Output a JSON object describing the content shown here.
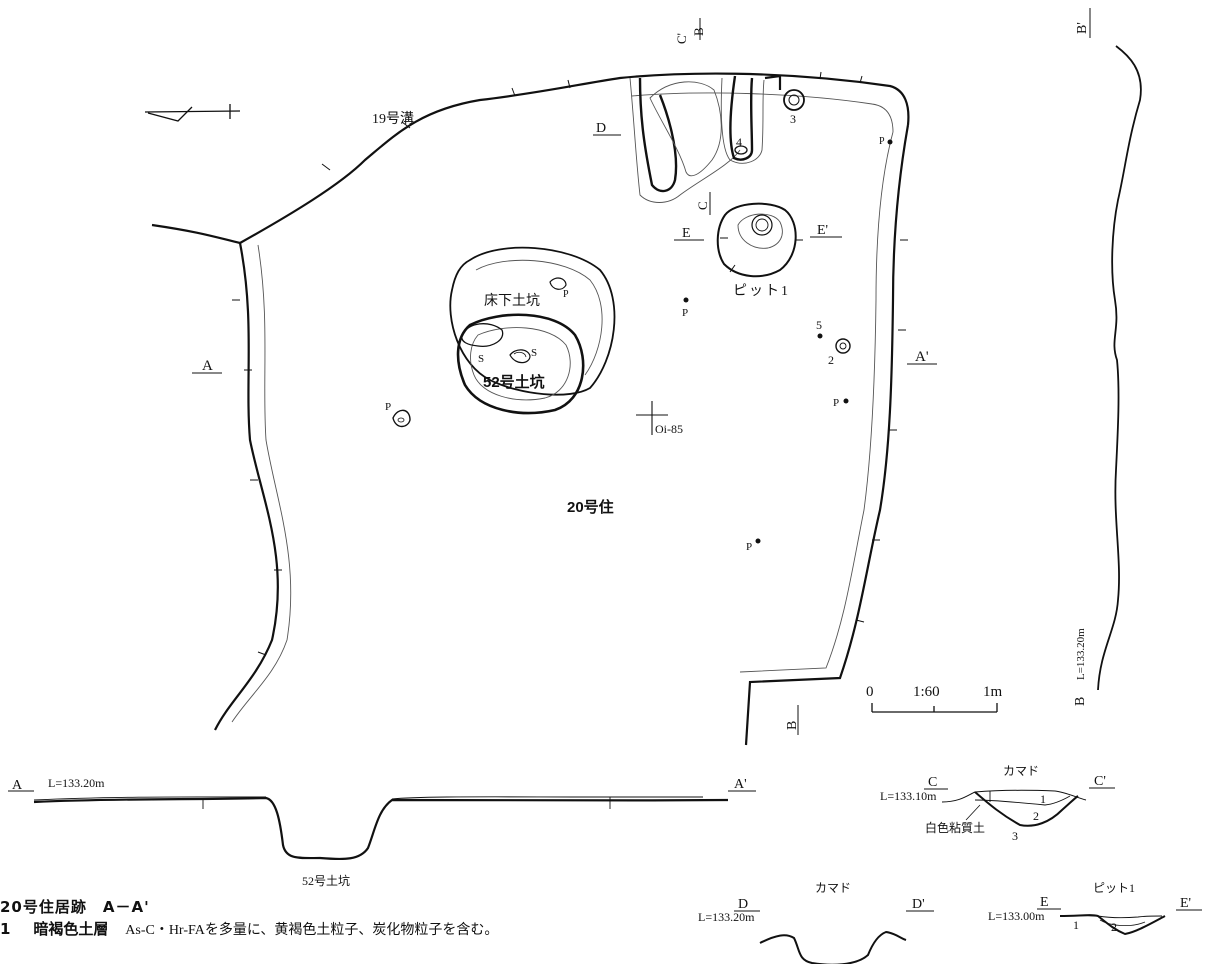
{
  "labels": {
    "ditch19": "19号溝",
    "dwelling20": "20号住",
    "pit52": "52号土坑",
    "underfloor_pit": "床下土坑",
    "pit1": "ピット1",
    "grid_point": "Oi-85",
    "pit": "P",
    "stone": "S",
    "num1": "1",
    "num2": "2",
    "num3": "3",
    "num4": "4",
    "num5": "5"
  },
  "section_marks": {
    "A": "A",
    "A_prime": "A'",
    "B": "B",
    "B_prime": "B'",
    "C": "C",
    "C_prime": "C'",
    "D": "D",
    "D_prime": "D'",
    "E": "E",
    "E_prime": "E'"
  },
  "scale_bar": {
    "zero": "0",
    "ratio": "1:60",
    "length": "1m"
  },
  "sections": {
    "AA": {
      "level": "L=133.20m",
      "pit_label": "52号土坑"
    },
    "BB": {
      "level": "L=133.20m"
    },
    "CC": {
      "title": "カマド",
      "level": "L=133.10m",
      "note": "白色粘質土",
      "layers": [
        "1",
        "2",
        "3"
      ]
    },
    "DD": {
      "title": "カマド",
      "level": "L=133.20m"
    },
    "EE": {
      "title": "ピット1",
      "level": "L=133.00m",
      "layers": [
        "1",
        "2"
      ]
    }
  },
  "legend": {
    "title": "20号住居跡　A－A'",
    "layer_number": "1",
    "layer_name": "暗褐色土層",
    "layer_desc": "As-C・Hr-FAを多量に、黄褐色土粒子、炭化物粒子を含む。"
  }
}
